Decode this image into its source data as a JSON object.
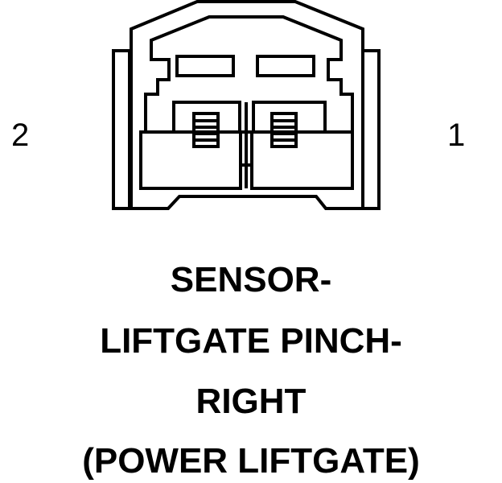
{
  "pins": {
    "left": "2",
    "right": "1"
  },
  "caption": {
    "line1": "SENSOR-",
    "line2": "LIFTGATE PINCH-",
    "line3": "RIGHT",
    "line4": "(POWER LIFTGATE)"
  },
  "colors": {
    "stroke": "#000000",
    "background": "#ffffff"
  }
}
